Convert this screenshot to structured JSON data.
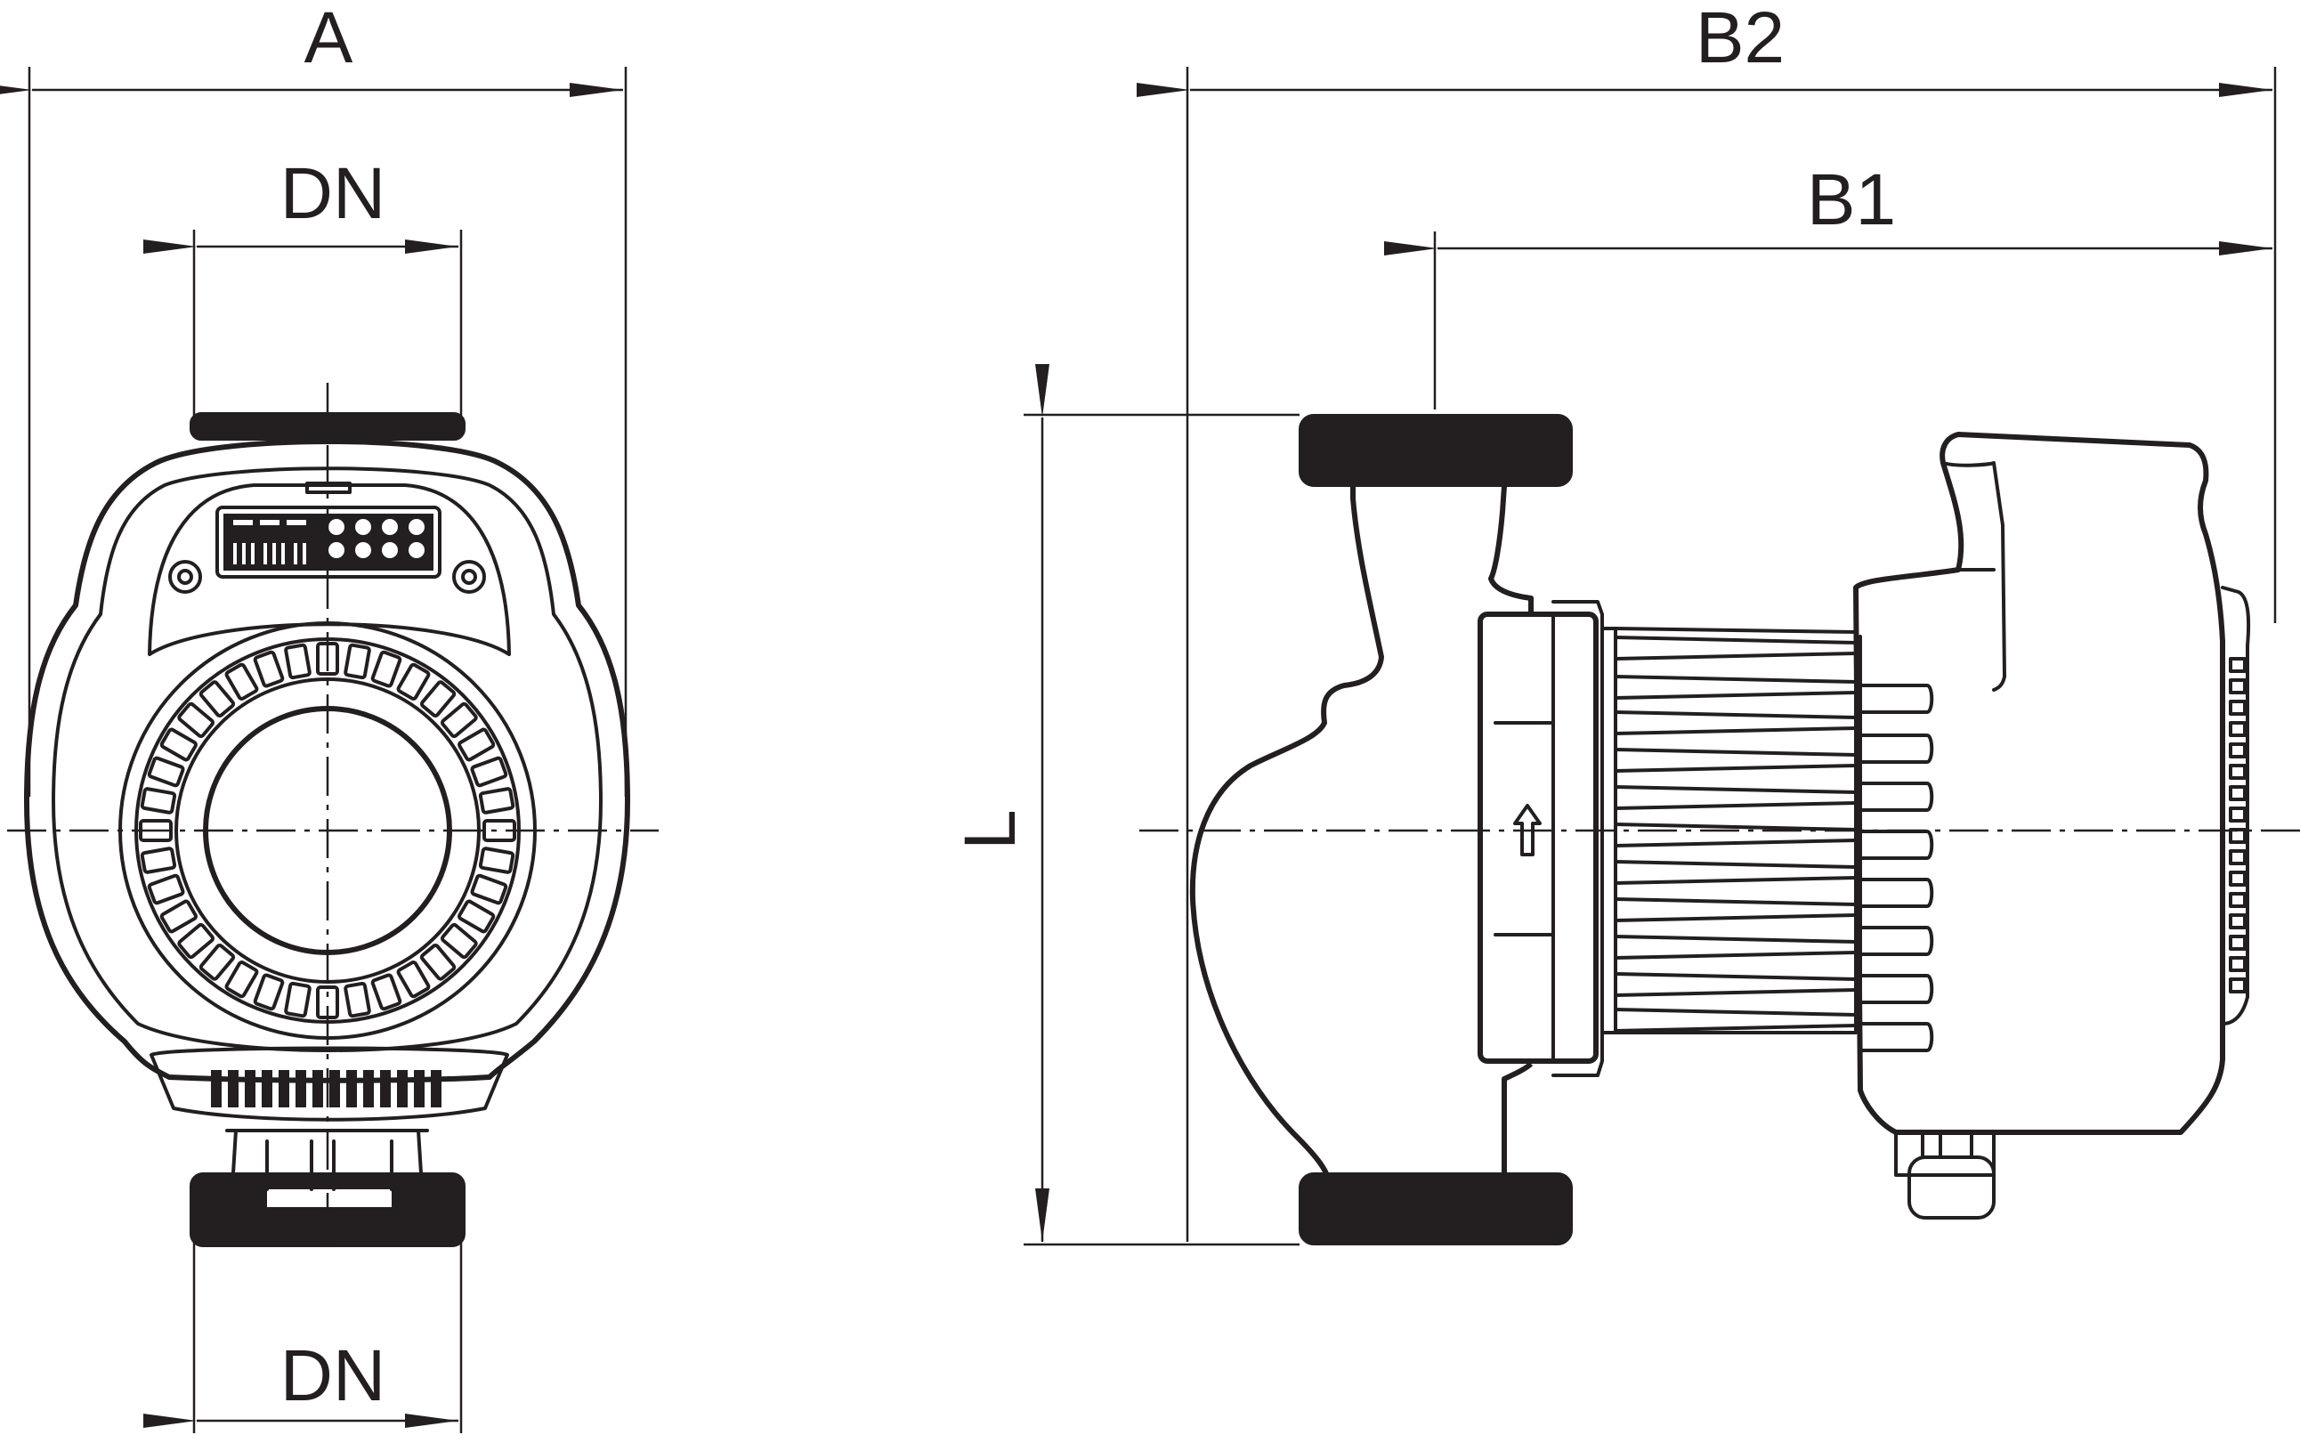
{
  "dimensions": {
    "A": "A",
    "DN_top": "DN",
    "DN_bottom": "DN",
    "B2": "B2",
    "B1": "B1",
    "L": "L"
  }
}
